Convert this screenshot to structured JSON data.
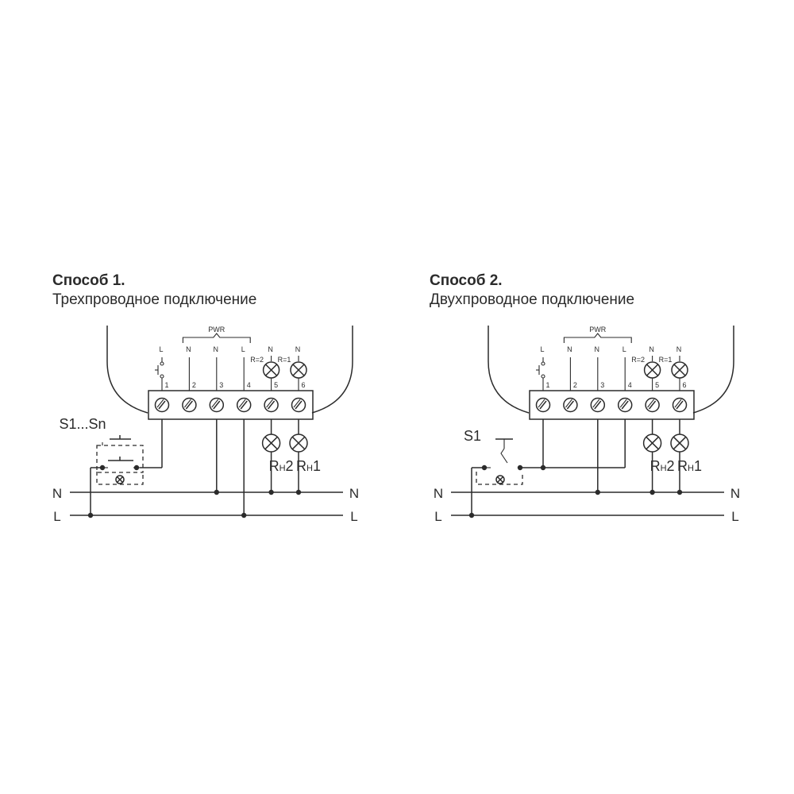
{
  "method1": {
    "title": "Способ 1.",
    "subtitle": "Трехпроводное подключение",
    "switch_label": "S1...Sn",
    "load1_label": "RH1",
    "load2_label": "RH2"
  },
  "method2": {
    "title": "Способ 2.",
    "subtitle": "Двухпроводное подключение",
    "switch_label": "S1",
    "load1_label": "RH1",
    "load2_label": "RH2"
  },
  "device": {
    "pwr_label": "PWR",
    "terminal_top_labels": [
      "L",
      "N",
      "N",
      "L",
      "N",
      "N"
    ],
    "terminal_numbers": [
      "1",
      "2",
      "3",
      "4",
      "5",
      "6"
    ],
    "relay2_label": "R=2",
    "relay1_label": "R=1"
  },
  "lines": {
    "n_label": "N",
    "l_label": "L"
  }
}
